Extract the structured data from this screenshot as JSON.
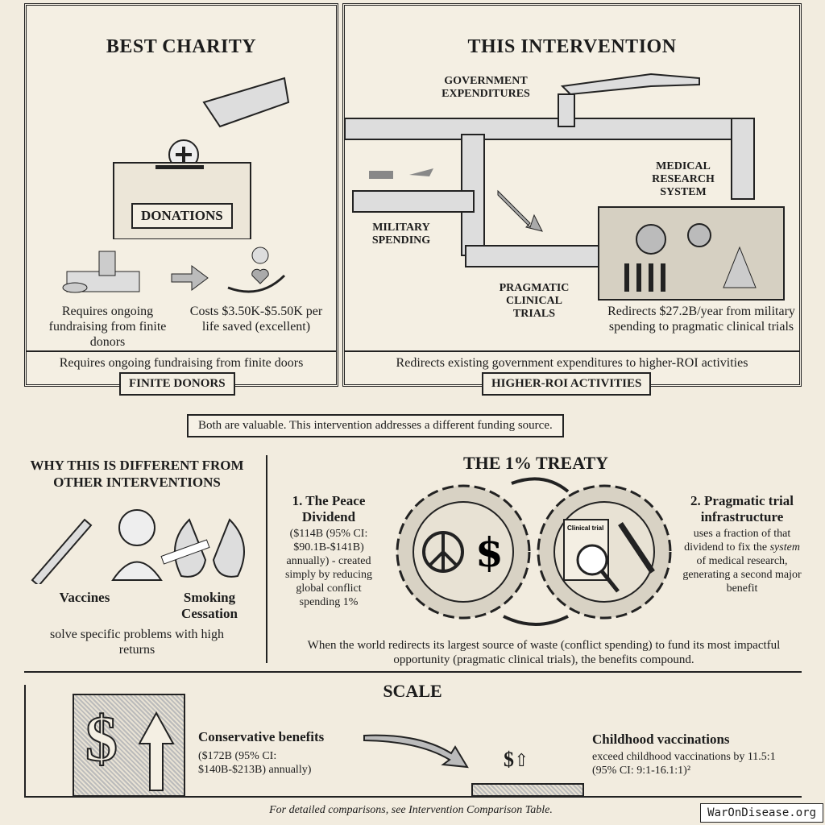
{
  "best_charity": {
    "title": "BEST CHARITY",
    "donation_box_label": "DONATIONS",
    "left_caption": "Requires ongoing fundraising from finite donors",
    "right_caption": "Costs $3.50K-$5.50K per life saved (excellent)",
    "summary": "Requires ongoing fundraising from finite doors",
    "ribbon": "FINITE DONORS"
  },
  "this_intervention": {
    "title": "THIS INTERVENTION",
    "gov_label": "GOVERNMENT EXPENDITURES",
    "military_label": "MILITARY SPENDING",
    "research_label": "MEDICAL RESEARCH SYSTEM",
    "trials_label": "PRAGMATIC CLINICAL TRIALS",
    "redirect_caption": "Redirects $27.2B/year from military spending to pragmatic clinical trials",
    "summary": "Redirects existing government expenditures to higher-ROI activities",
    "ribbon": "HIGHER-ROI ACTIVITIES"
  },
  "banner": "Both are valuable. This intervention addresses a different funding source.",
  "why_different": {
    "title": "WHY THIS IS DIFFERENT FROM OTHER INTERVENTIONS",
    "item1": "Vaccines",
    "item2": "Smoking Cessation",
    "caption": "solve specific problems with high returns"
  },
  "treaty": {
    "title": "THE 1% TREATY",
    "point1_title": "1. The Peace Dividend",
    "point1_body": "($114B (95% CI: $90.1B-$141B) annually) - created simply by reducing global conflict spending 1%",
    "point2_title": "2. Pragmatic trial infrastructure",
    "point2_body_a": "uses a fraction of that dividend to fix the ",
    "point2_body_em": "system",
    "point2_body_b": " of medical research, generating a second major benefit",
    "clipboard_text": "Clinical trial",
    "conclusion": "When the world redirects its largest source of waste (conflict spending) to fund its most impactful opportunity (pragmatic clinical trials), the benefits compound."
  },
  "scale": {
    "title": "SCALE",
    "left_title": "Conservative benefits",
    "left_body": "($172B (95% CI: $140B-$213B) annually)",
    "right_title": "Childhood vaccinations",
    "right_body": "exceed childhood vaccinations by 11.5:1 (95% CI: 9:1-16.1:1)²",
    "big_symbol": "$",
    "small_symbol": "$",
    "relative_sizes": {
      "conservative_benefits": 172,
      "childhood_vaccinations": 15
    }
  },
  "footer": "For detailed comparisons, see Intervention Comparison Table.",
  "watermark": "WarOnDisease.org"
}
